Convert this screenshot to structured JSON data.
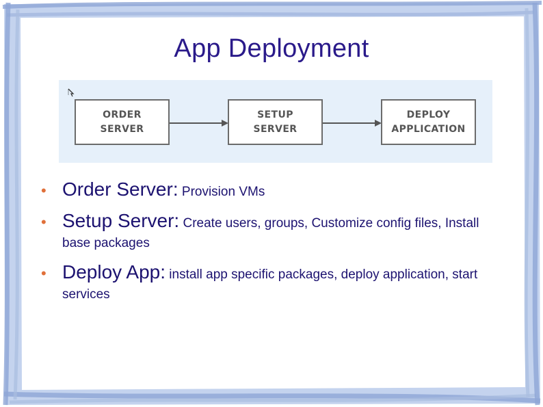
{
  "slide": {
    "title": "App Deployment"
  },
  "diagram": {
    "steps": [
      {
        "line1": "ORDER",
        "line2": "SERVER"
      },
      {
        "line1": "SETUP",
        "line2": "SERVER"
      },
      {
        "line1": "DEPLOY",
        "line2": "APPLICATION"
      }
    ]
  },
  "bullets": [
    {
      "head": "Order Server:",
      "desc": "Provision VMs"
    },
    {
      "head": "Setup Server:",
      "desc": "Create users, groups, Customize config files, Install base packages"
    },
    {
      "head": "Deploy App:",
      "desc": "install app specific packages, deploy application, start services"
    }
  ],
  "colors": {
    "title": "#2a1a8a",
    "text": "#1c1270",
    "bullet": "#e0703a",
    "frame": "#a9bde0",
    "panel": "#e6f0fa"
  }
}
